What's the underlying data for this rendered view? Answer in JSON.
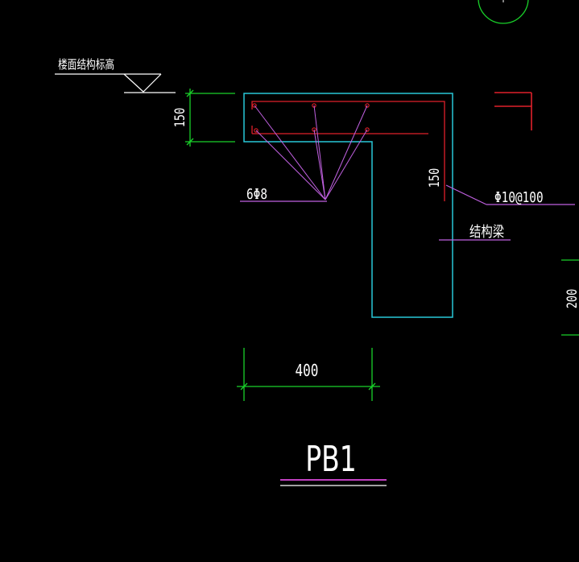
{
  "labels": {
    "floor_level": "楼面结构标高",
    "dim_left_height": "150",
    "dim_right_height": "150",
    "rebar_bottom": "6Φ8",
    "stirrup": "Φ10@100",
    "beam": "结构梁",
    "dim_width": "400",
    "dim_far_right": "200",
    "title": "PB1"
  },
  "colors": {
    "background": "#000000",
    "concrete_outline": "#29c8d8",
    "rebar": "#e0202a",
    "leader": "#c060e0",
    "dimension": "#19d12a",
    "text": "#ffffff",
    "title_underline_top": "#c040c0",
    "title_underline_bottom": "#ffffff"
  }
}
